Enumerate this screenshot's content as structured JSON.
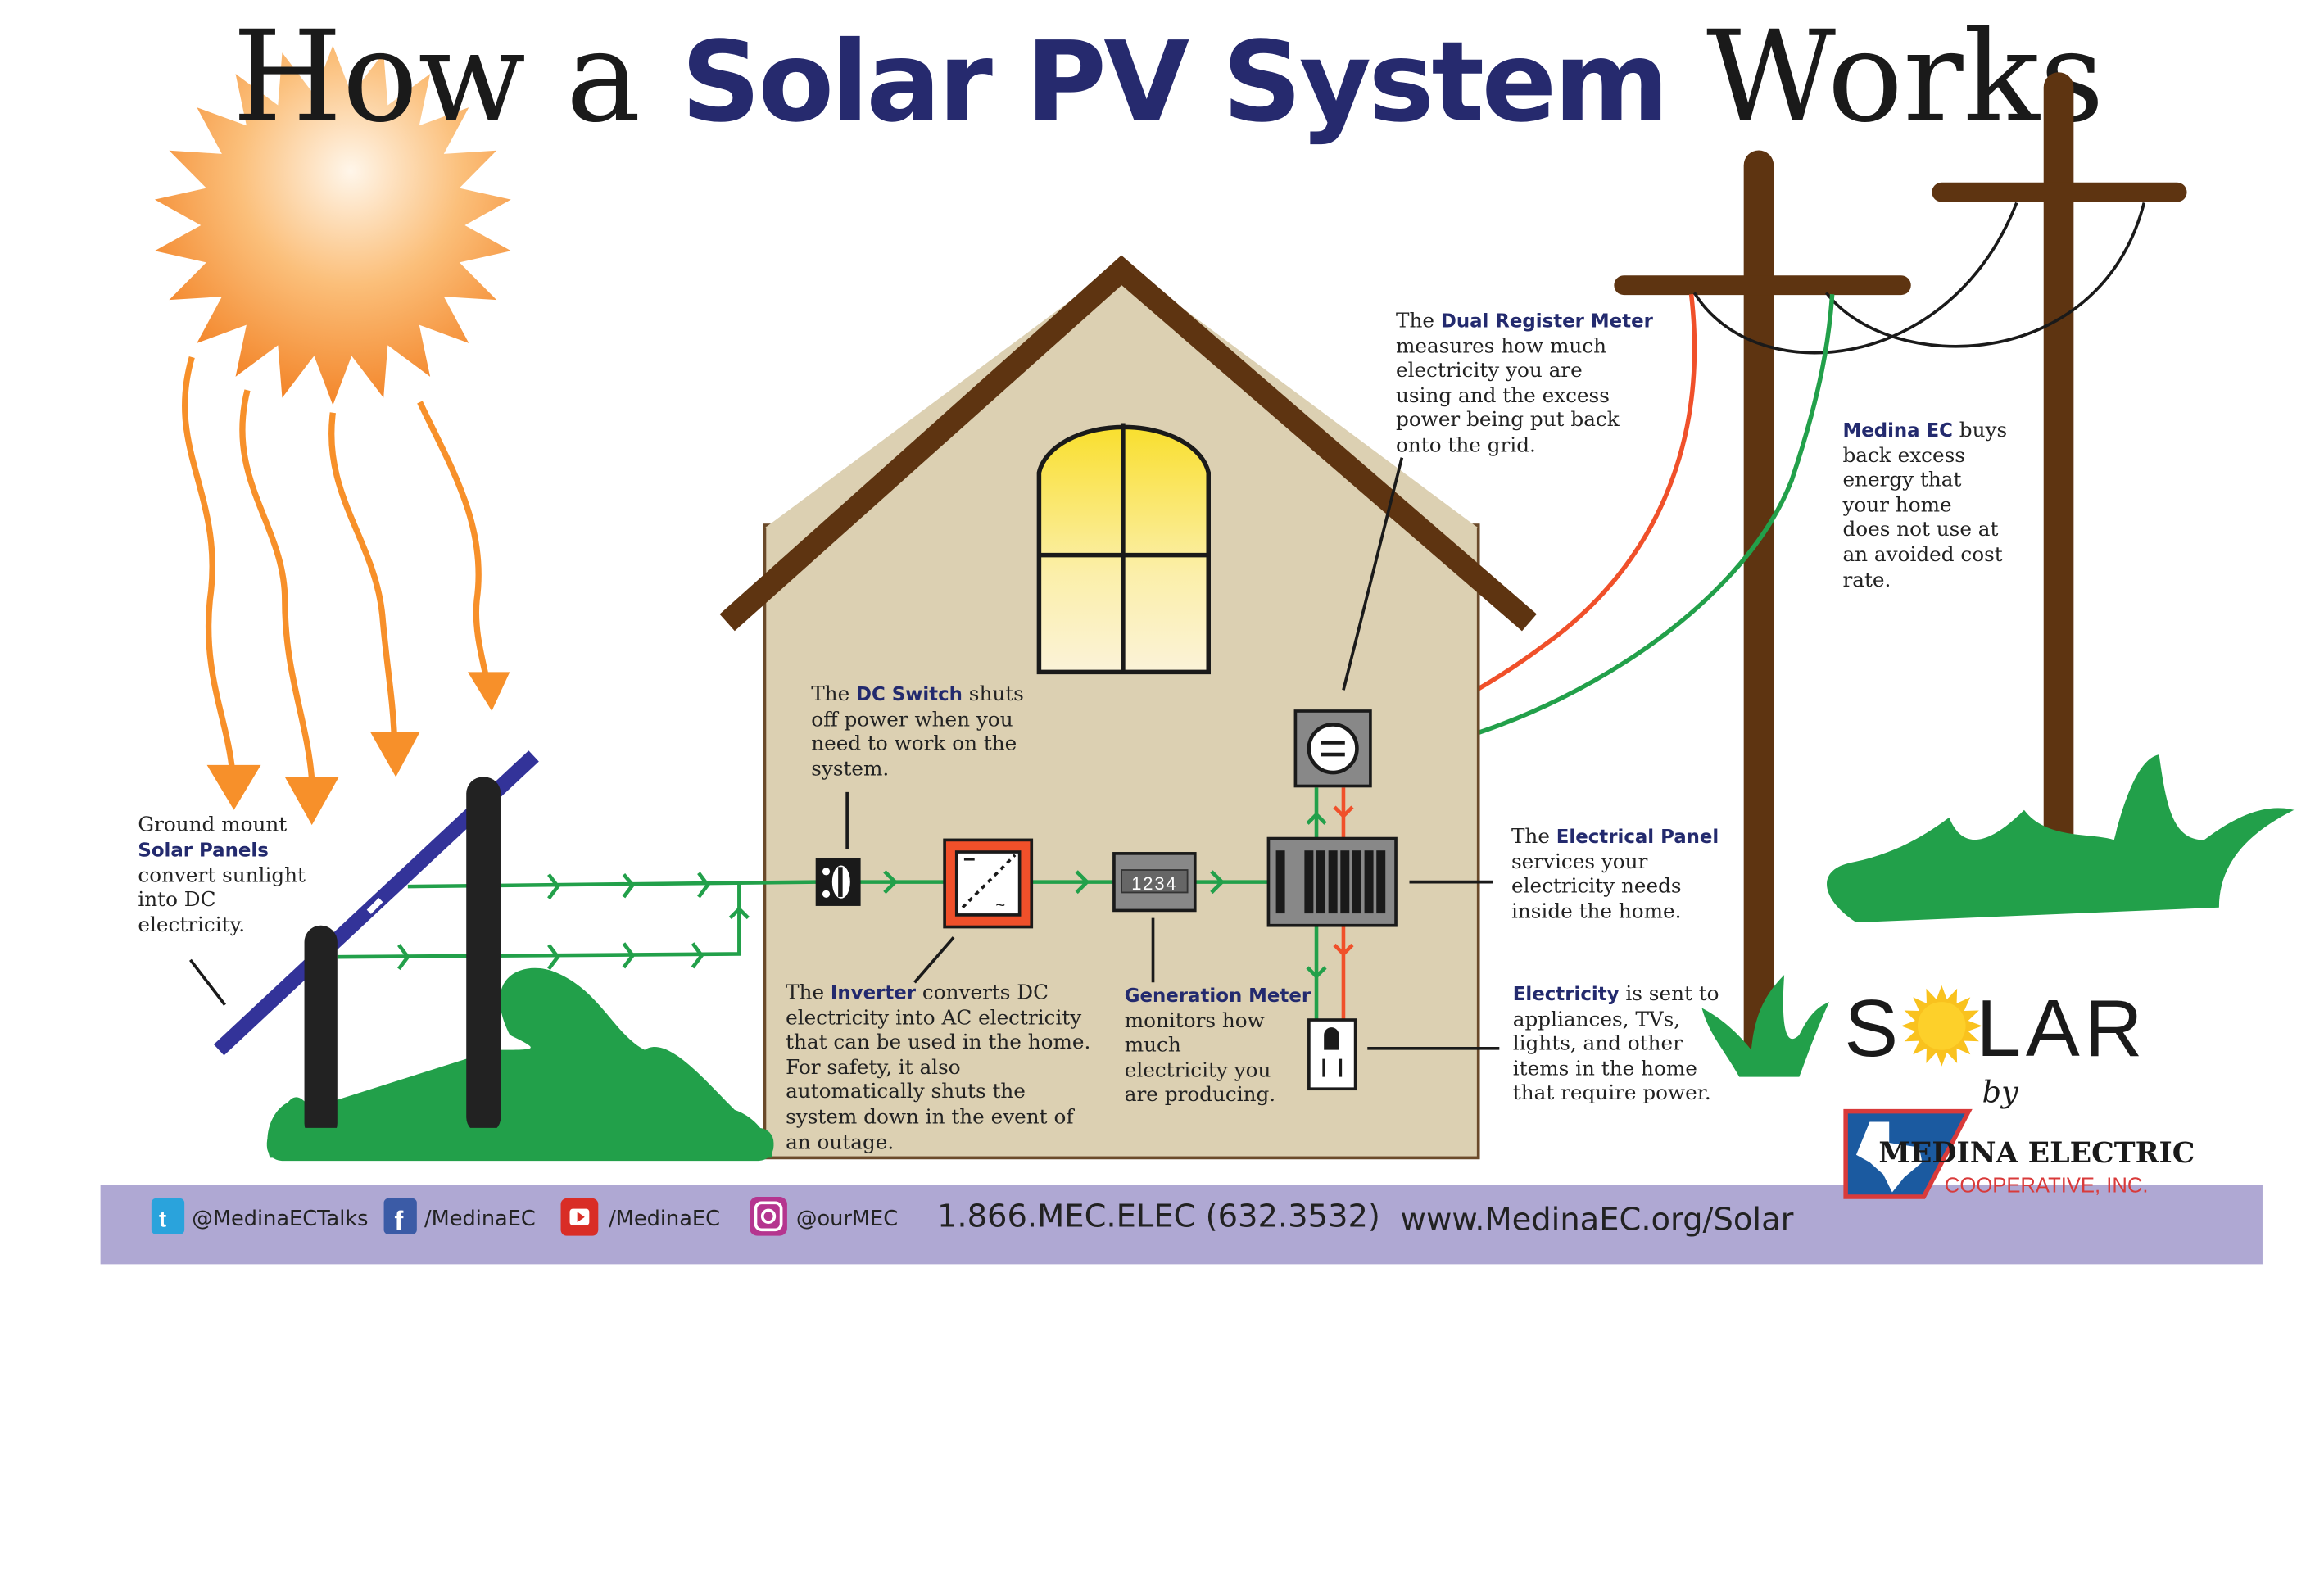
{
  "title": {
    "part1": "How a ",
    "highlight": "Solar PV System",
    "part2": " Works"
  },
  "captions": {
    "solar_panels": {
      "line1": "Ground  mount",
      "highlight": "Solar Panels",
      "line3": "convert sunlight",
      "line4": "into DC",
      "line5": "electricity."
    },
    "dc_switch": {
      "prefix": "The ",
      "highlight": "DC Switch",
      "suffix": " shuts",
      "line2": "off power when you",
      "line3": "need to work on the",
      "line4": "system."
    },
    "inverter": {
      "prefix": "The ",
      "highlight": "Inverter",
      "suffix": " converts DC",
      "line2": "electricity into AC electricity",
      "line3": "that can be used in the home.",
      "line4": "For safety, it also",
      "line5": "automatically shuts the",
      "line6": "system down in the event of",
      "line7": "an outage."
    },
    "generation_meter": {
      "highlight": "Generation Meter",
      "line2": "monitors how",
      "line3": "much",
      "line4": "electricity you",
      "line5": "are producing."
    },
    "dual_register_meter": {
      "prefix": "The ",
      "highlight": "Dual Register Meter",
      "line2": "measures how much",
      "line3": "electricity you are",
      "line4": "using and the excess",
      "line5": "power being put back",
      "line6": "onto the grid."
    },
    "electrical_panel": {
      "prefix": "The ",
      "highlight": "Electrical Panel",
      "line2": "services your",
      "line3": "electricity needs",
      "line4": "inside the home."
    },
    "electricity": {
      "highlight": "Electricity",
      "suffix": " is sent to",
      "line2": "appliances, TVs,",
      "line3": "lights, and other",
      "line4": "items in the home",
      "line5": "that require power."
    },
    "medina_buys": {
      "highlight": "Medina EC",
      "suffix": " buys",
      "line2": "back excess",
      "line3": "energy that",
      "line4": "your home",
      "line5": "does not use at",
      "line6": "an avoided cost",
      "line7": "rate."
    }
  },
  "generation_meter_display": "1234",
  "logo": {
    "solar_s": "S",
    "solar_rest": "LAR",
    "by": "by",
    "company_line1": "MEDINA ELECTRIC",
    "company_line2": "COOPERATIVE, INC."
  },
  "footer": {
    "twitter": "@MedinaECTalks",
    "facebook": "/MedinaEC",
    "youtube": "/MedinaEC",
    "instagram": "@ourMEC",
    "phone": "1.866.MEC.ELEC (632.3532)",
    "website": "www.MedinaEC.org/Solar"
  },
  "colors": {
    "title_accent": "#262a6e",
    "house_wall": "#dcd0b2",
    "roof": "#5e3411",
    "dc_flow": "#22a04a",
    "grid_flow": "#f0502a",
    "sun": "#f7902a",
    "footer_bar": "#afa8d3",
    "panel_blue": "#333399"
  }
}
